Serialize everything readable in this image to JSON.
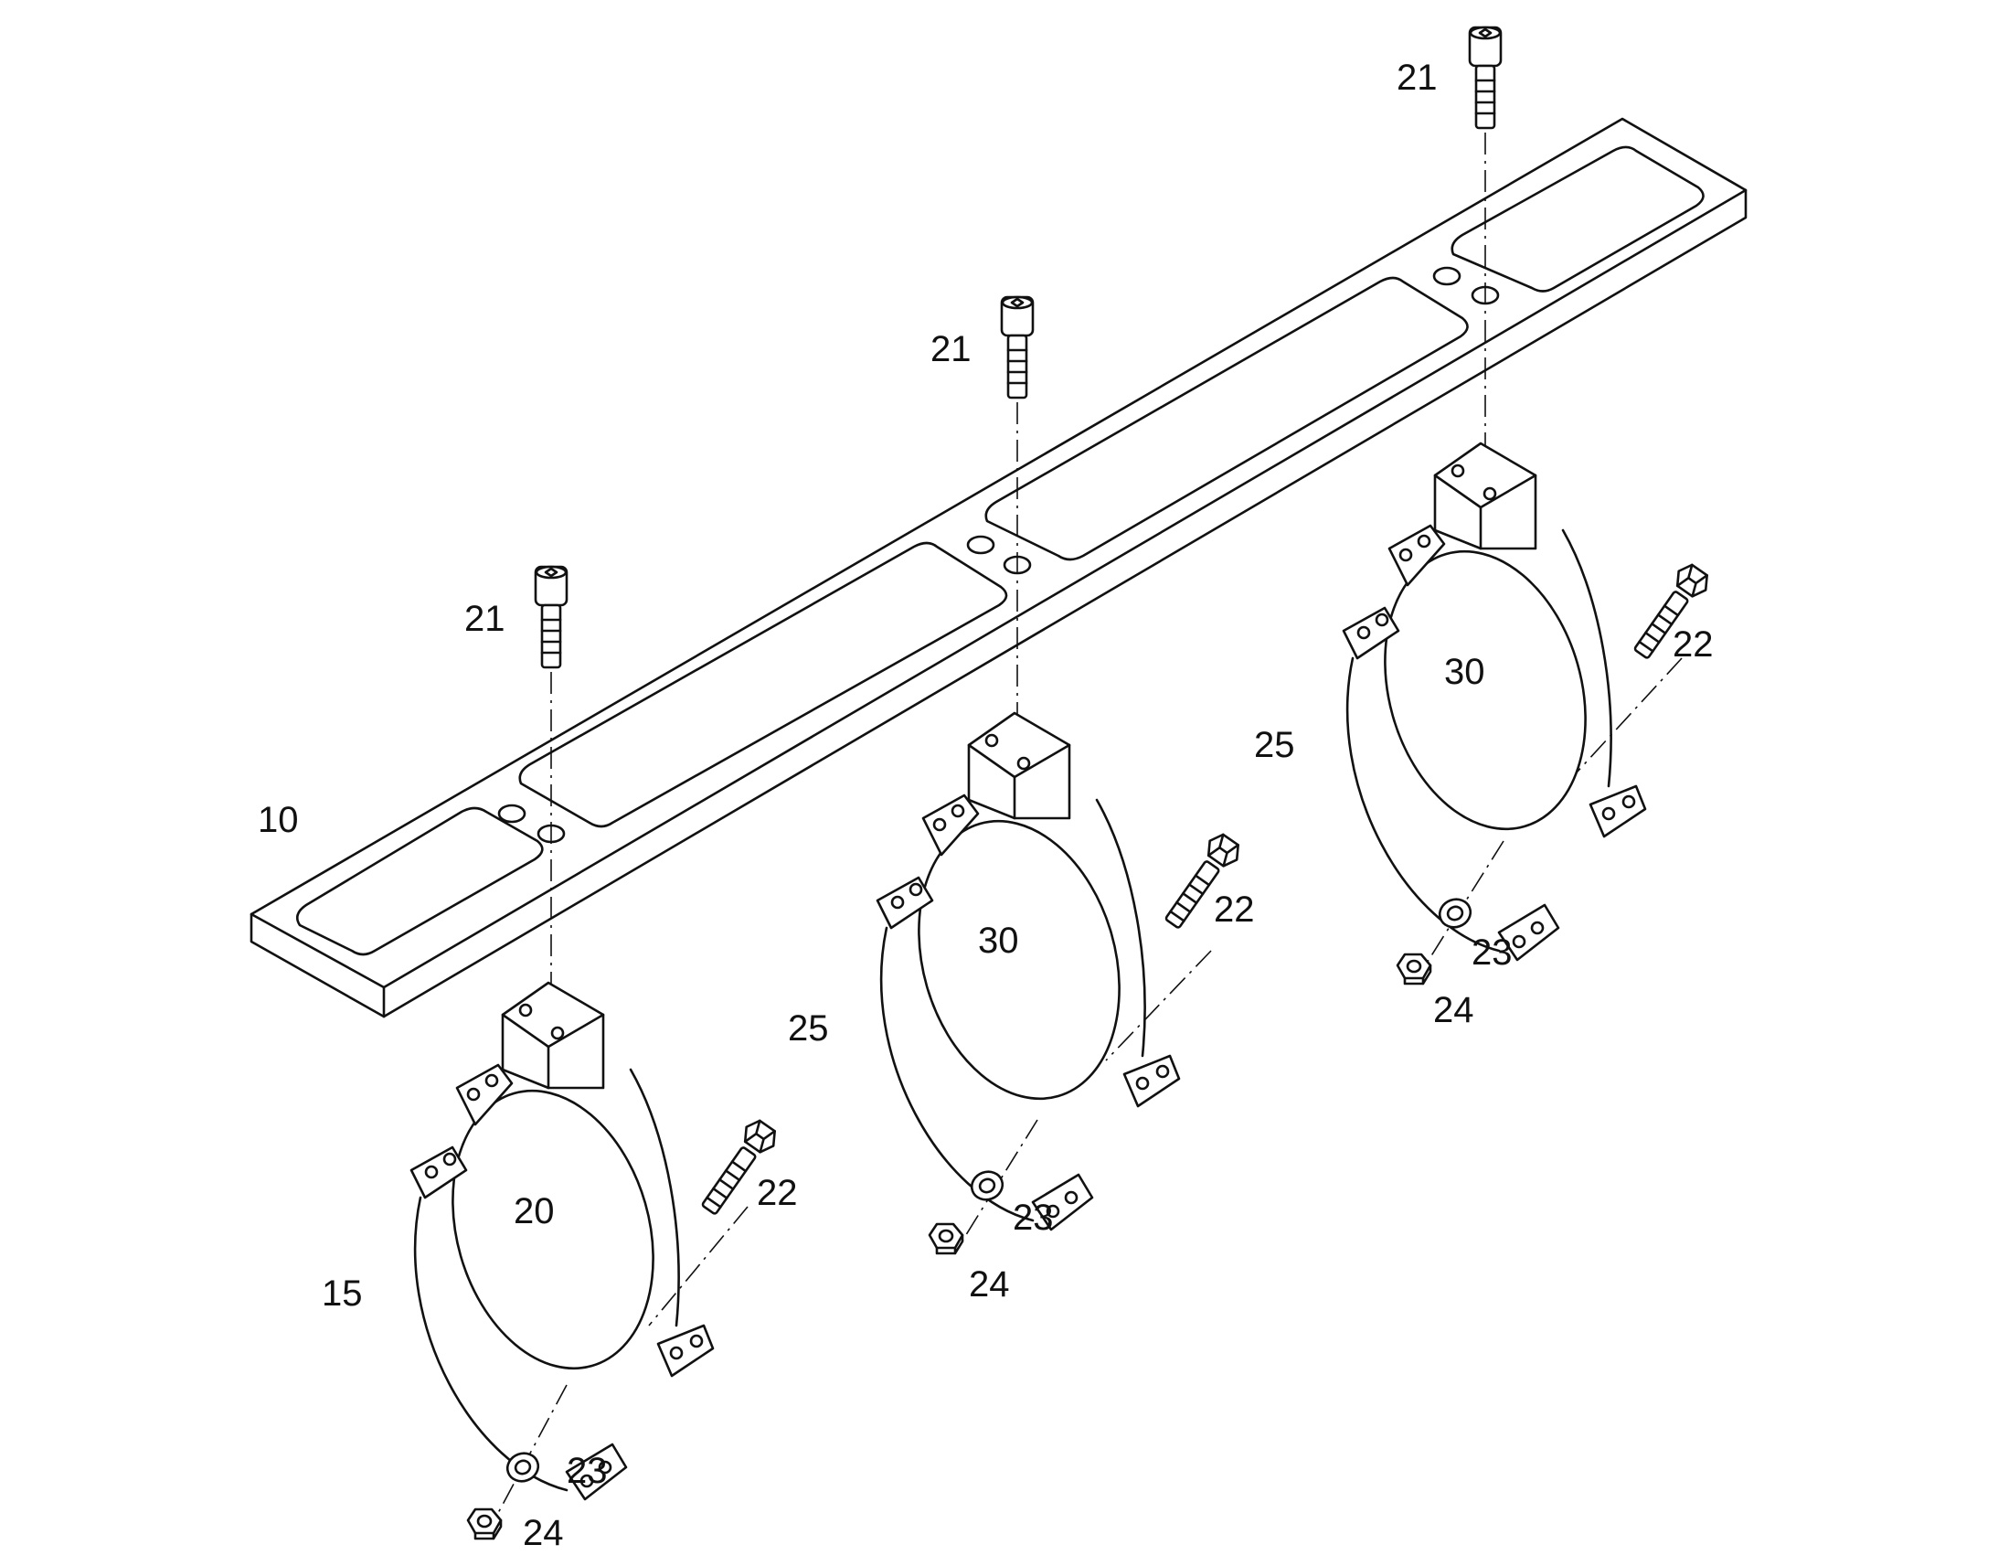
{
  "callouts": {
    "c10": "10",
    "c15": "15",
    "c20": "20",
    "c21a": "21",
    "c21b": "21",
    "c21c": "21",
    "c22a": "22",
    "c22b": "22",
    "c22c": "22",
    "c23a": "23",
    "c23b": "23",
    "c23c": "23",
    "c24a": "24",
    "c24b": "24",
    "c24c": "24",
    "c25a": "25",
    "c25b": "25",
    "c30a": "30",
    "c30b": "30"
  }
}
